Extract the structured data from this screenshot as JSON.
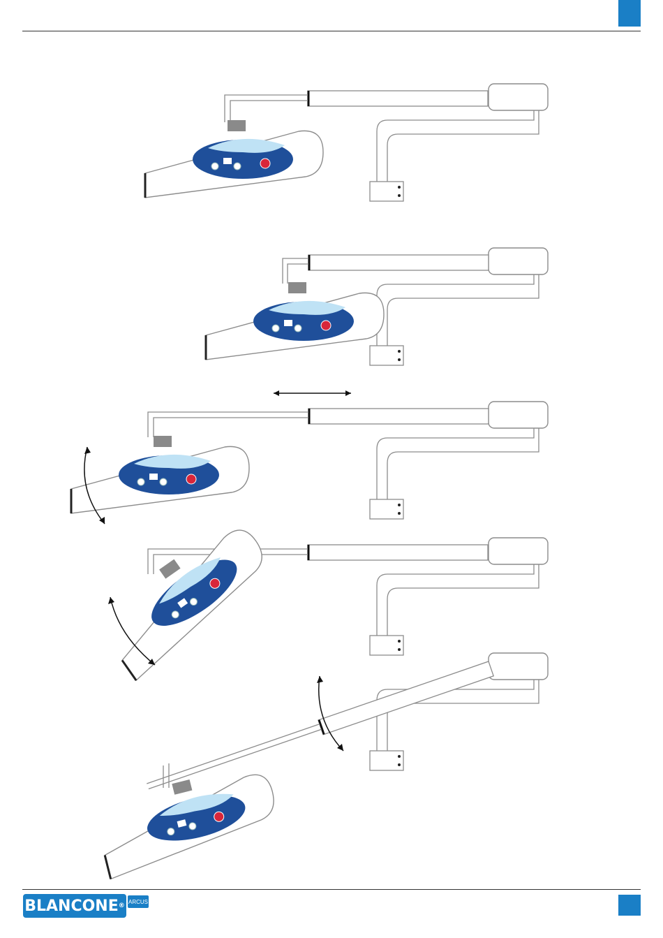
{
  "colors": {
    "accent": "#1a7fc6",
    "rule": "#333333",
    "panel_dark": "#1f4f9a",
    "panel_light": "#bfe2f5",
    "outline": "#8c8c8c",
    "mount": "#8a8a8a",
    "emergency": "#d8263a"
  },
  "brand": {
    "logo_text": "BLANCONE",
    "logo_sub": "ARCUS",
    "logo_registered": "®"
  },
  "figure": {
    "subject": "lamp-arm-positions",
    "positions": [
      "retracted",
      "extended",
      "head-tilt",
      "head-rotated",
      "arm-lowered"
    ]
  }
}
